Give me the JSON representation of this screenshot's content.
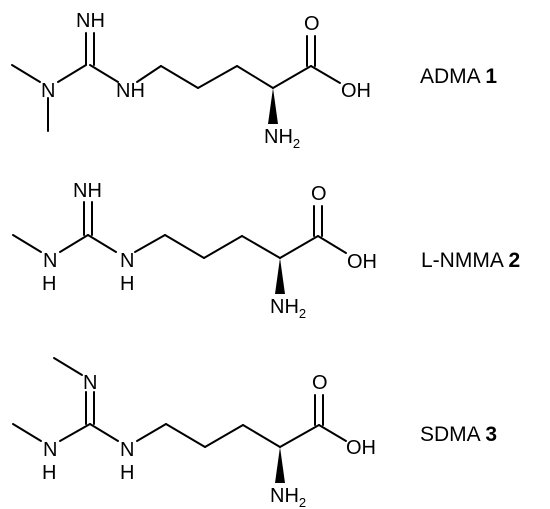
{
  "atoms": {
    "imine_nh": "NH",
    "imine_n": "N",
    "n": "N",
    "nh": "NH",
    "h": "H",
    "o": "O",
    "oh": "OH",
    "nh2_main": "NH",
    "nh2_sub": "2"
  },
  "compounds": [
    {
      "name": "ADMA",
      "number": "1"
    },
    {
      "name": "L-NMMA",
      "number": "2"
    },
    {
      "name": "SDMA",
      "number": "3"
    }
  ]
}
